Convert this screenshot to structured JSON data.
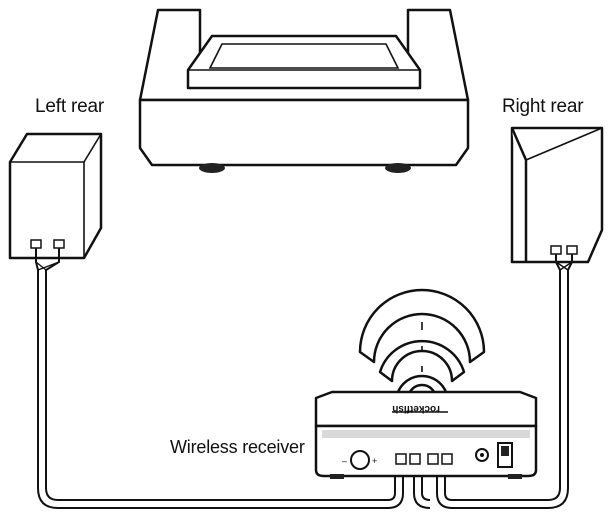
{
  "labels": {
    "left_rear": "Left rear",
    "right_rear": "Right rear",
    "wireless_receiver": "Wireless receiver"
  },
  "receiver_brand": "rocketfish",
  "colors": {
    "line": "#111111",
    "background": "#ffffff",
    "receiver_shading": "#d9d9d9",
    "dark_fill": "#222222"
  },
  "icons": [
    "subwoofer",
    "speaker",
    "wireless-signal",
    "knob",
    "power-switch"
  ]
}
